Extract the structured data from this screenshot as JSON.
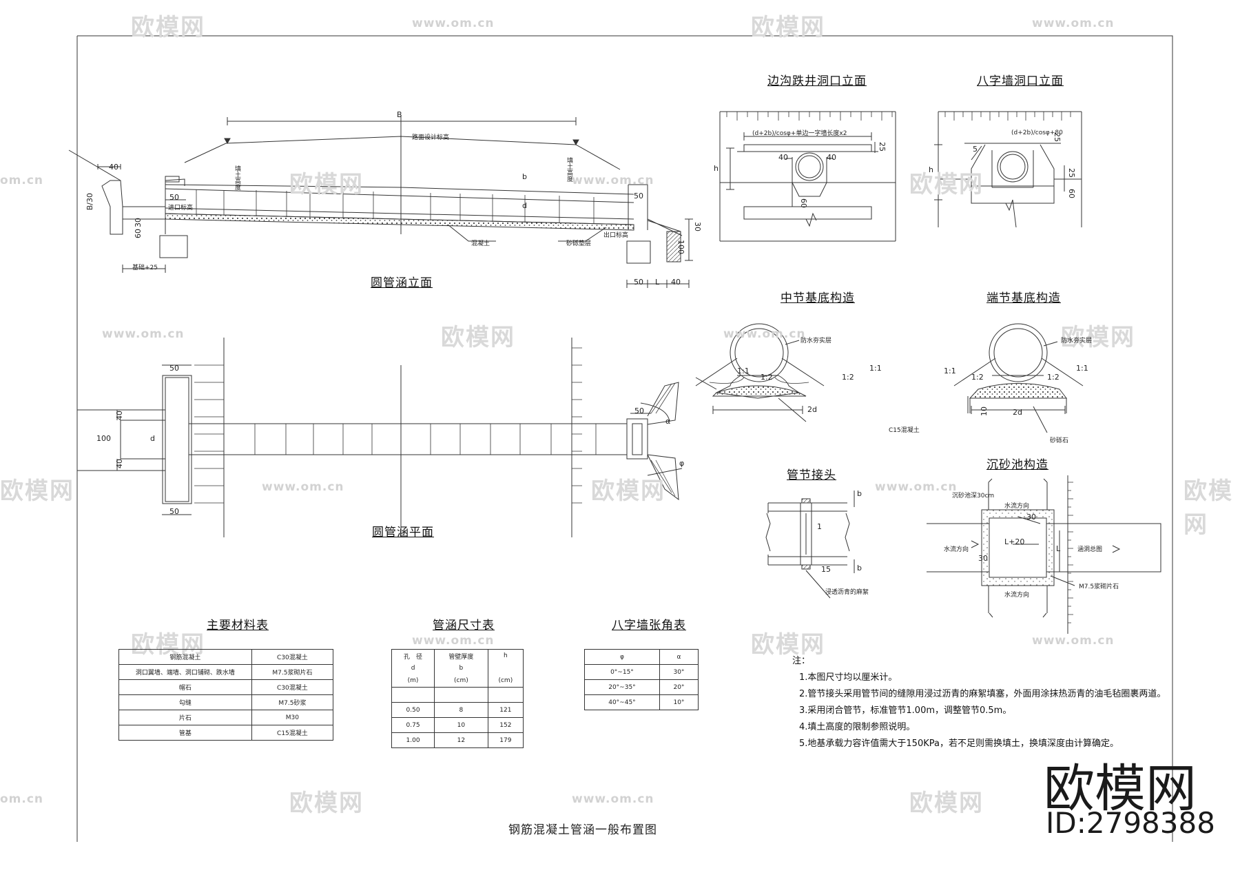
{
  "watermark": {
    "text": "欧模网",
    "url": "www.om.cn",
    "url_partial": "om.cn"
  },
  "brand": {
    "name": "欧模网",
    "id": "ID:2798388"
  },
  "elevation": {
    "title": "圆管涵立面",
    "labels": {
      "B": "B",
      "road": "路面设计标高",
      "fill_left": "填土高度",
      "fill_right": "填土高度",
      "inlet": "进口标高",
      "outlet": "出口标高",
      "concrete": "混凝土",
      "gravel": "砂砾垫层",
      "b": "b",
      "d": "d",
      "slope": "B/30",
      "base": "基础+25"
    },
    "dims": {
      "d40": "40",
      "d50a": "50",
      "d30": "30",
      "d60": "60",
      "d50b": "50",
      "d30r": "30",
      "d100": "100",
      "b50": "50",
      "bL": "L",
      "b40": "40"
    }
  },
  "plan": {
    "title": "圆管涵平面",
    "dims": {
      "top50": "50",
      "w100": "100",
      "d40a": "40",
      "d40b": "40",
      "bot50": "50",
      "d": "d",
      "r50": "50",
      "a": "α",
      "phi": "φ"
    }
  },
  "ditch": {
    "title": "边沟跌井洞口立面",
    "labels": {
      "formula": "(d+2b)/cosφ+单边一字墙长度x2",
      "h": "h",
      "d40a": "40",
      "d40b": "40",
      "d25": "25",
      "d60": "60"
    }
  },
  "wing": {
    "title": "八字墙洞口立面",
    "labels": {
      "formula": "(d+2b)/cosφ+80",
      "h": "h",
      "d5": "5",
      "d25a": "25",
      "d25b": "25",
      "d60": "60"
    }
  },
  "mid_base": {
    "title": "中节基底构造",
    "labels": {
      "fill": "防水夯实层",
      "s11a": "1:1",
      "s11b": "1:1",
      "s12a": "1:2",
      "s12b": "1:2",
      "w": "2d",
      "c15": "C15混凝土"
    }
  },
  "end_base": {
    "title": "端节基底构造",
    "labels": {
      "fill": "防水夯实层",
      "s11a": "1:1",
      "s11b": "1:1",
      "s12a": "1:2",
      "s12b": "1:2",
      "w": "2d",
      "h10": "10",
      "gravel": "砂砾石"
    }
  },
  "joint": {
    "title": "管节接头",
    "labels": {
      "b1": "b",
      "b2": "b",
      "one": "1",
      "d15": "15",
      "fill": "浸透沥青的麻絮"
    }
  },
  "basin": {
    "title": "沉砂池构造",
    "labels": {
      "depth": "沉砂池深30cm",
      "flow_a": "水流方向",
      "flow_b": "水流方向",
      "flow_c": "水流方向",
      "l20": "L+20",
      "d30": "30",
      "d30b": "30",
      "L": "L",
      "pipe": "涵洞总图",
      "mortar": "M7.5浆砌片石"
    }
  },
  "materials": {
    "title": "主要材料表",
    "rows": [
      [
        "钢筋混凝土",
        "C30混凝土"
      ],
      [
        "洞口翼墙、端墙、洞口铺砌、跌水墙",
        "M7.5浆砌片石"
      ],
      [
        "帽石",
        "C30混凝土"
      ],
      [
        "勾缝",
        "M7.5砂浆"
      ],
      [
        "片石",
        "M30"
      ],
      [
        "管基",
        "C15混凝土"
      ]
    ]
  },
  "sizes": {
    "title": "管涵尺寸表",
    "head1": [
      "孔　径",
      "管壁厚度",
      "h"
    ],
    "head2": [
      "d",
      "b",
      ""
    ],
    "head3": [
      "(m)",
      "(cm)",
      "(cm)"
    ],
    "rows": [
      [
        "0.50",
        "8",
        "121"
      ],
      [
        "0.75",
        "10",
        "152"
      ],
      [
        "1.00",
        "12",
        "179"
      ]
    ]
  },
  "angles": {
    "title": "八字墙张角表",
    "head": [
      "φ",
      "α"
    ],
    "rows": [
      [
        "0°~15°",
        "30°"
      ],
      [
        "20°~35°",
        "20°"
      ],
      [
        "40°~45°",
        "10°"
      ]
    ]
  },
  "notes": {
    "head": "注：",
    "items": [
      "1.本图尺寸均以厘米计。",
      "2.管节接头采用管节间的缝隙用浸过沥青的麻絮填塞，外面用涂抹热沥青的油毛毡圈裹两道。",
      "3.采用闭合管节，标准管节1.00m，调整管节0.5m。",
      "4.填土高度的限制参照说明。",
      "5.地基承载力容许值需大于150KPa，若不足则需换填土，换填深度由计算确定。"
    ]
  },
  "drawing_title": "钢筋混凝土管涵一般布置图"
}
